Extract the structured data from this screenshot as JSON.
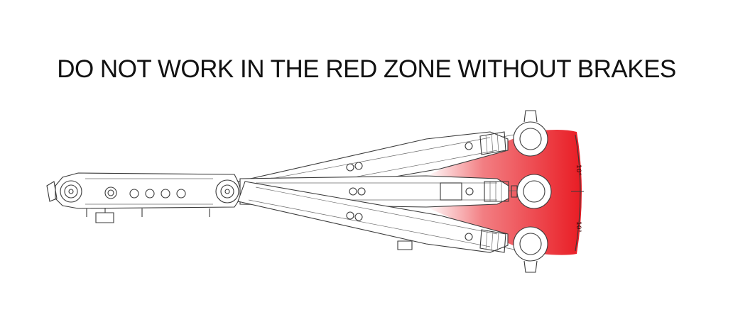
{
  "heading": "DO NOT WORK IN THE RED ZONE WITHOUT BRAKES",
  "colors": {
    "red_zone": "#e8141c",
    "line": "#3a3a3a",
    "text": "#111111"
  },
  "dimension_labels": {
    "upper": "10°",
    "lower": "10°"
  }
}
